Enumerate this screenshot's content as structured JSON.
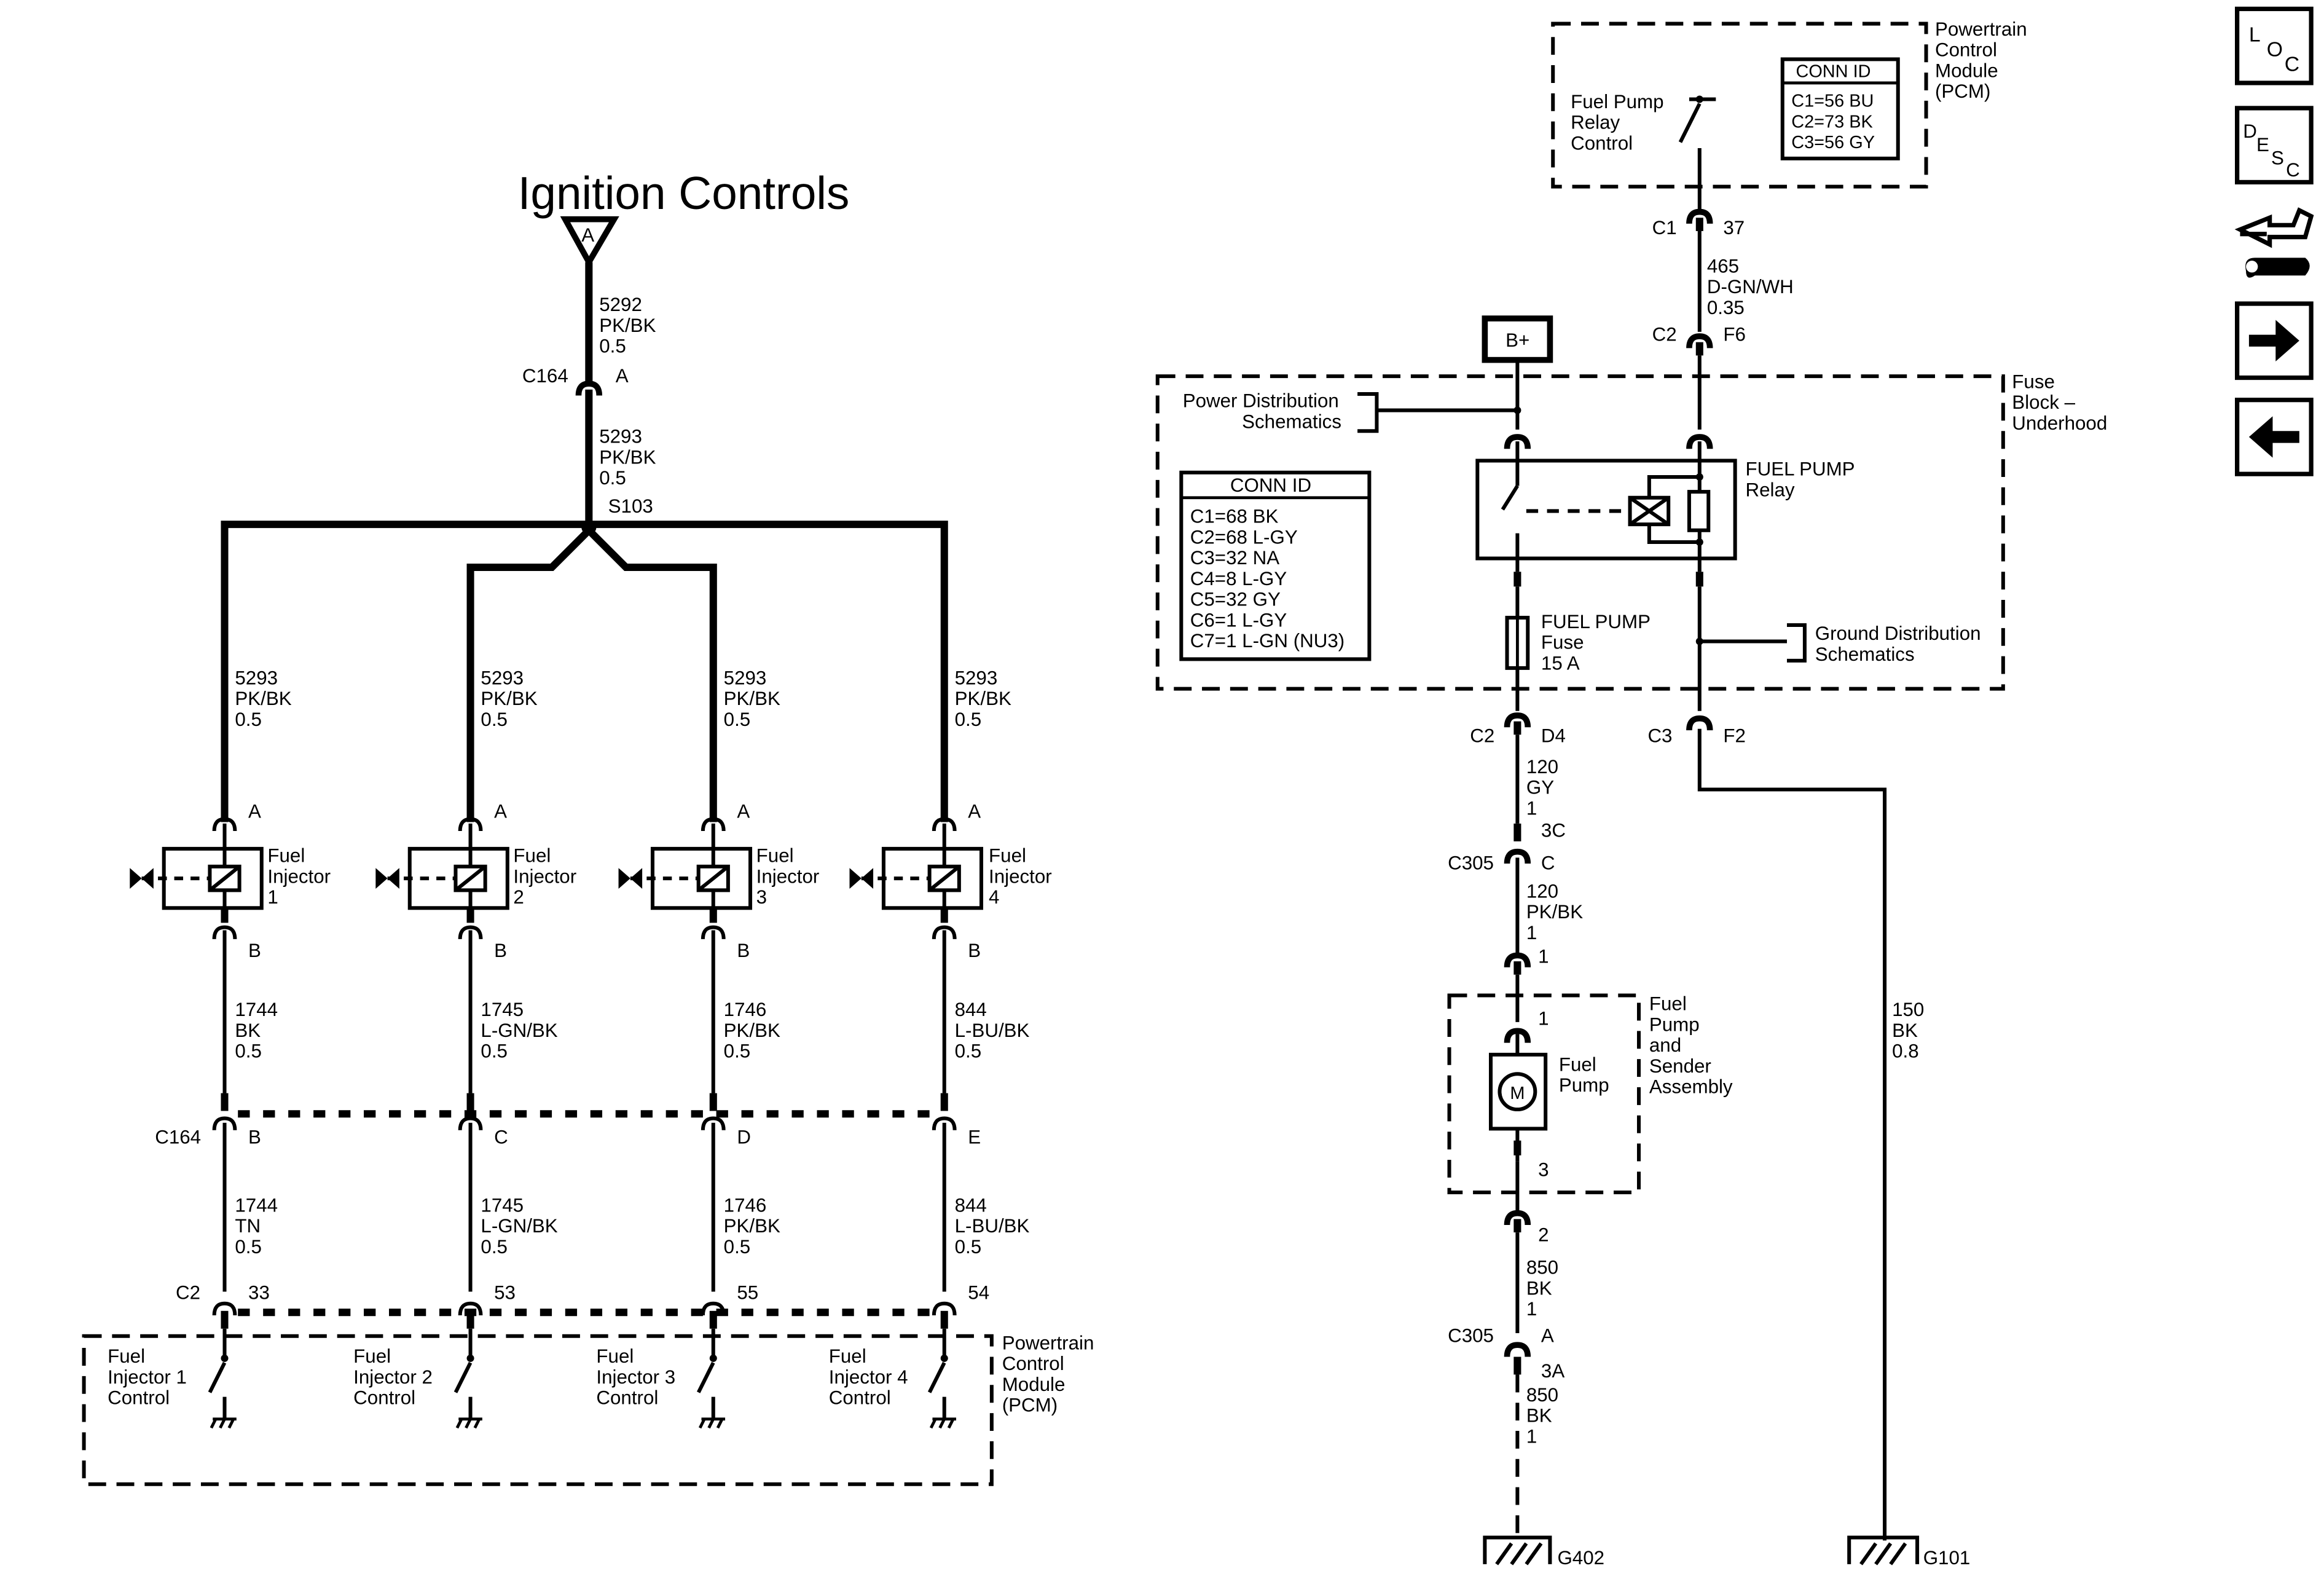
{
  "nav": {
    "loc": [
      "L",
      "O",
      "C"
    ],
    "desc": [
      "D",
      "E",
      "S",
      "C"
    ],
    "icons": [
      "loc-icon",
      "desc-icon",
      "connector-tool-icon",
      "arrow-right-icon",
      "arrow-left-icon"
    ]
  },
  "ignition": {
    "title": "Ignition Controls",
    "terminal": "A"
  },
  "wire_top": [
    "5292",
    "PK/BK",
    "0.5"
  ],
  "wire_mid": [
    "5293",
    "PK/BK",
    "0.5"
  ],
  "c164_top": {
    "id": "C164",
    "pin": "A"
  },
  "splice": "S103",
  "injectors": [
    {
      "branch": [
        "5293",
        "PK/BK",
        "0.5"
      ],
      "pinA": "A",
      "pinB": "B",
      "label": [
        "Fuel",
        "Injector",
        "1"
      ],
      "wire1": [
        "1744",
        "BK",
        "0.5"
      ],
      "c164pin": "B",
      "wire2": [
        "1744",
        "TN",
        "0.5"
      ],
      "pcmpin": "33",
      "control": [
        "Fuel",
        "Injector 1",
        "Control"
      ]
    },
    {
      "branch": [
        "5293",
        "PK/BK",
        "0.5"
      ],
      "pinA": "A",
      "pinB": "B",
      "label": [
        "Fuel",
        "Injector",
        "2"
      ],
      "wire1": [
        "1745",
        "L-GN/BK",
        "0.5"
      ],
      "c164pin": "C",
      "wire2": [
        "1745",
        "L-GN/BK",
        "0.5"
      ],
      "pcmpin": "53",
      "control": [
        "Fuel",
        "Injector 2",
        "Control"
      ]
    },
    {
      "branch": [
        "5293",
        "PK/BK",
        "0.5"
      ],
      "pinA": "A",
      "pinB": "B",
      "label": [
        "Fuel",
        "Injector",
        "3"
      ],
      "wire1": [
        "1746",
        "PK/BK",
        "0.5"
      ],
      "c164pin": "D",
      "wire2": [
        "1746",
        "PK/BK",
        "0.5"
      ],
      "pcmpin": "55",
      "control": [
        "Fuel",
        "Injector 3",
        "Control"
      ]
    },
    {
      "branch": [
        "5293",
        "PK/BK",
        "0.5"
      ],
      "pinA": "A",
      "pinB": "B",
      "label": [
        "Fuel",
        "Injector",
        "4"
      ],
      "wire1": [
        "844",
        "L-BU/BK",
        "0.5"
      ],
      "c164pin": "E",
      "wire2": [
        "844",
        "L-BU/BK",
        "0.5"
      ],
      "pcmpin": "54",
      "control": [
        "Fuel",
        "Injector 4",
        "Control"
      ]
    }
  ],
  "c164_bottom": "C164",
  "c2_bottom": "C2",
  "pcm_left": [
    "Powertrain",
    "Control",
    "Module",
    "(PCM)"
  ],
  "pcm_right": {
    "title": [
      "Powertrain",
      "Control",
      "Module",
      "(PCM)"
    ],
    "relay_control": [
      "Fuel Pump",
      "Relay",
      "Control"
    ],
    "conn_title": "CONN ID",
    "conn": [
      "C1=56 BU",
      "C2=73 BK",
      "C3=56 GY"
    ]
  },
  "pcm_conn": {
    "id": "C1",
    "pin": "37"
  },
  "relay_wire": [
    "465",
    "D-GN/WH",
    "0.35"
  ],
  "fuse_conn_top": {
    "id": "C2",
    "pin": "F6"
  },
  "bplus": "B+",
  "fuse_block": {
    "title": [
      "Fuse",
      "Block –",
      "Underhood"
    ],
    "power_ref": [
      "Power Distribution",
      "Schematics"
    ],
    "ground_ref": [
      "Ground Distribution",
      "Schematics"
    ],
    "conn_title": "CONN ID",
    "conn": [
      "C1=68 BK",
      "C2=68 L-GY",
      "C3=32 NA",
      "C4=8 L-GY",
      "C5=32 GY",
      "C6=1 L-GY",
      "C7=1 L-GN (NU3)"
    ],
    "relay": [
      "FUEL PUMP",
      "Relay"
    ],
    "fuse": [
      "FUEL PUMP",
      "Fuse",
      "15 A"
    ]
  },
  "fuse_out_left": {
    "id": "C2",
    "pin": "D4"
  },
  "fuse_out_right": {
    "id": "C3",
    "pin": "F2"
  },
  "wire_120_gy": [
    "120",
    "GY",
    "1"
  ],
  "c305_top": {
    "pin_top": "3C",
    "id": "C305",
    "pin": "C"
  },
  "wire_120_pk": [
    "120",
    "PK/BK",
    "1"
  ],
  "pump_conn_top": "1",
  "pump_assembly": {
    "title": [
      "Fuel",
      "Pump",
      "and",
      "Sender",
      "Assembly"
    ],
    "pin_top": "1",
    "motor": "M",
    "pump": [
      "Fuel",
      "Pump"
    ],
    "pin_bottom": "3"
  },
  "pump_conn_bottom": "2",
  "wire_850_a": [
    "850",
    "BK",
    "1"
  ],
  "c305_bottom": {
    "id": "C305",
    "pin": "A",
    "pin_bottom": "3A"
  },
  "wire_850_b": [
    "850",
    "BK",
    "1"
  ],
  "wire_150": [
    "150",
    "BK",
    "0.8"
  ],
  "grounds": [
    "G402",
    "G101"
  ]
}
